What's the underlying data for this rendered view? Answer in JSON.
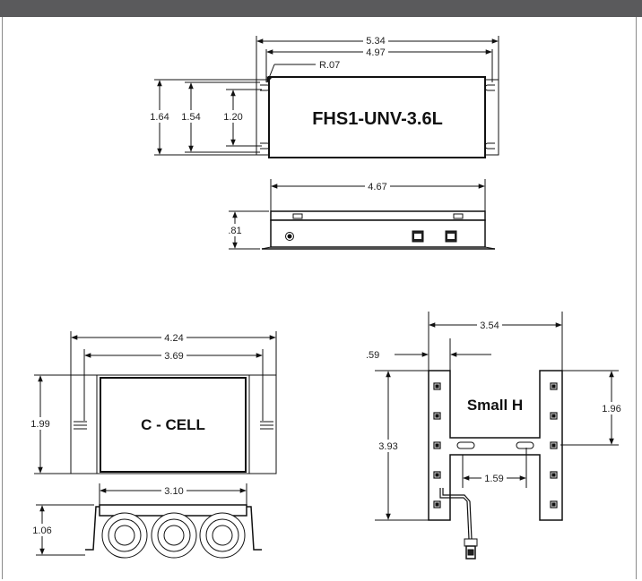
{
  "fhs1": {
    "label": "FHS1-UNV-3.6L",
    "dims": {
      "w534": "5.34",
      "w497": "4.97",
      "r07": "R.07",
      "h164": "1.64",
      "h154": "1.54",
      "h120": "1.20",
      "w467": "4.67",
      "h81": ".81"
    }
  },
  "ccell": {
    "label": "C - CELL",
    "dims": {
      "w424": "4.24",
      "w369": "3.69",
      "h199": "1.99",
      "w310": "3.10",
      "h106": "1.06"
    }
  },
  "smallh": {
    "label": "Small H",
    "dims": {
      "w354": "3.54",
      "w59": ".59",
      "h196": "1.96",
      "h393": "3.93",
      "w159": "1.59"
    }
  },
  "colors": {
    "header": "#5a5a5c",
    "line": "#111111",
    "panel": "#f2f2f2"
  }
}
